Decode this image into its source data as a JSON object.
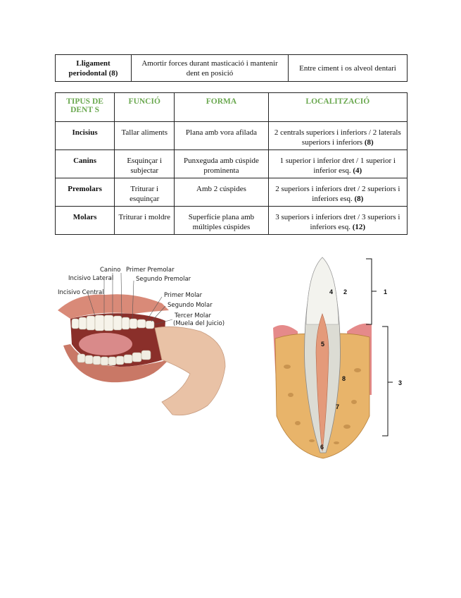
{
  "top_row": {
    "term": "Lligament periodontal (8)",
    "function": "Amortir forces durant masticació i mantenir dent en posició",
    "location": "Entre ciment i os alveol dentari"
  },
  "table": {
    "headers": [
      "TIPUS DE DENT S",
      "FUNCIÓ",
      "FORMA",
      "LOCALITZACIÓ"
    ],
    "rows": [
      {
        "type": "Incisius",
        "function": "Tallar aliments",
        "form": "Plana amb vora afilada",
        "location": "2 centrals superiors i inferiors / 2 laterals superiors i inferiors",
        "count": "(8)"
      },
      {
        "type": "Canins",
        "function": "Esquinçar i subjectar",
        "form": "Punxeguda amb cúspide prominenta",
        "location": "1 superior i inferior dret / 1 superior i inferior esq.",
        "count": "(4)"
      },
      {
        "type": "Premolars",
        "function": "Triturar i esquinçar",
        "form": "Amb 2 cúspides",
        "location": "2 superiors i inferiors dret / 2 superiors i inferiors esq.",
        "count": "(8)"
      },
      {
        "type": "Molars",
        "function": "Triturar i moldre",
        "form": "Superfície plana amb múltiples cúspides",
        "location": "3 superiors i inferiors dret / 3 superiors i inferiors esq.",
        "count": "(12)"
      }
    ]
  },
  "teeth_figure": {
    "labels": {
      "canino": "Canino",
      "primer_premolar": "Primer Premolar",
      "incisivo_lateral": "Incisivo Lateral",
      "segundo_premolar": "Segundo Premolar",
      "incisivo_central": "Incisivo Central",
      "primer_molar": "Primer Molar",
      "segundo_molar": "Segundo Molar",
      "tercer_molar": "Tercer Molar",
      "muela_juicio": "(Muela del Juicio)"
    }
  },
  "anatomy_figure": {
    "numbers": {
      "n1": "1",
      "n2": "2",
      "n3": "3",
      "n4": "4",
      "n5": "5",
      "n6": "6",
      "n7": "7",
      "n8": "8"
    }
  }
}
